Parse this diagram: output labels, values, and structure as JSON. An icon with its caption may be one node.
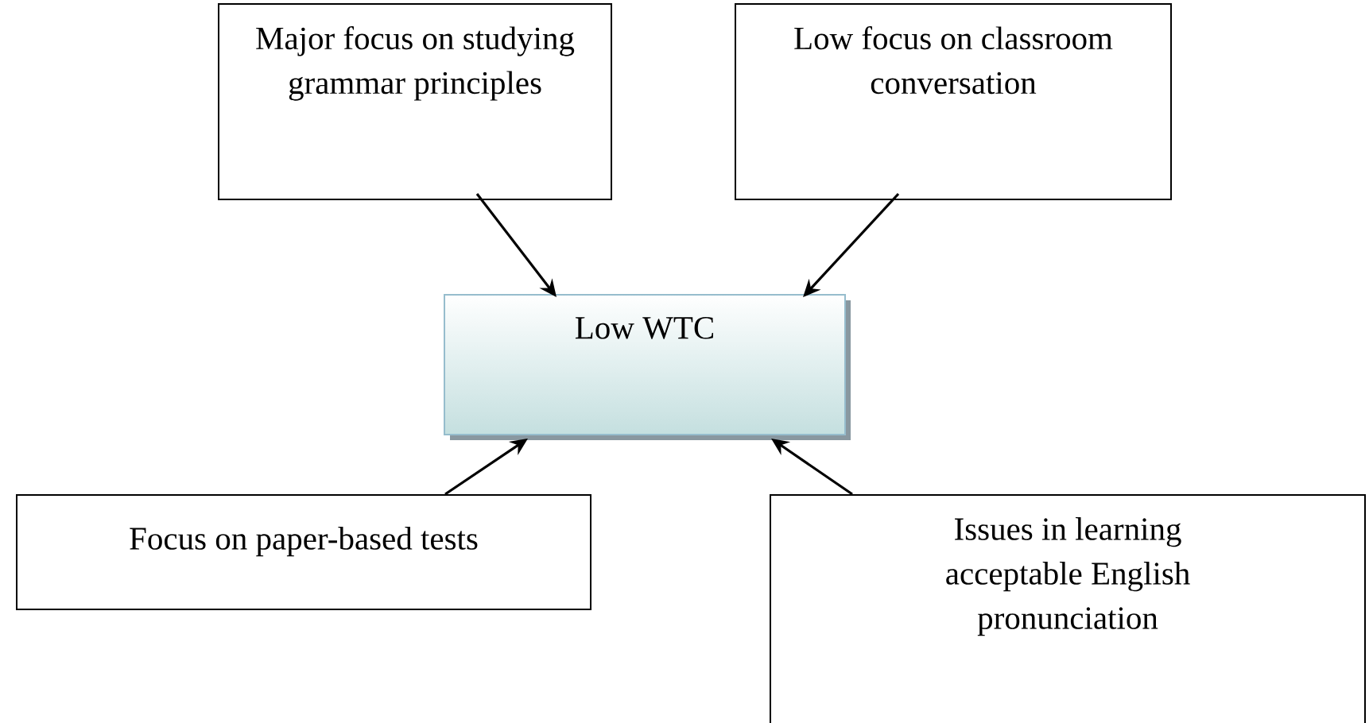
{
  "diagram": {
    "nodes": [
      {
        "text": [
          "Major focus on studying grammar principles"
        ]
      },
      {
        "text": [
          "Low focus on classroom conversation"
        ]
      },
      {
        "text": [
          "Low WTC"
        ]
      },
      {
        "text": [
          "Focus on paper-based tests"
        ]
      },
      {
        "text": [
          "Issues in learning acceptable English pronunciation"
        ]
      }
    ],
    "edges": [
      {
        "from": 0,
        "to": 2,
        "arrow": "to"
      },
      {
        "from": 1,
        "to": 2,
        "arrow": "to"
      },
      {
        "from": 3,
        "to": 2,
        "arrow": "to"
      },
      {
        "from": 4,
        "to": 2,
        "arrow": "to"
      }
    ]
  }
}
